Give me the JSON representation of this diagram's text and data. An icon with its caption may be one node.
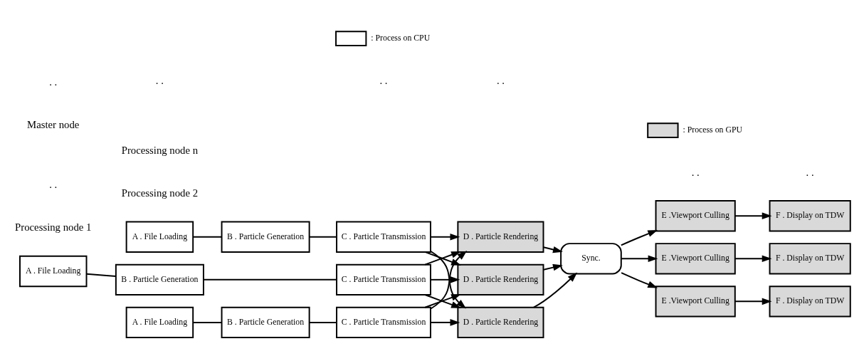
{
  "diagram": {
    "nodes": [
      {
        "text": [
          "A . File Loading"
        ]
      },
      {
        "text": [
          "B . Particle Generation"
        ]
      },
      {
        "text": [
          "C . Particle Transmission"
        ]
      },
      {
        "text": [
          "D . Particle Rendering"
        ]
      },
      {
        "text": [
          "E .Viewport Culling"
        ]
      },
      {
        "text": [
          "F . Display on TDW"
        ]
      },
      {
        "text": [
          "A . File Loading"
        ]
      },
      {
        "text": [
          "B . Particle Generation"
        ]
      },
      {
        "text": [
          "C . Particle Transmission"
        ]
      },
      {
        "text": [
          "D . Particle Rendering"
        ]
      },
      {
        "text": [
          "E .Viewport Culling"
        ]
      },
      {
        "text": [
          "F . Display on TDW"
        ]
      },
      {
        "text": [
          "A . File Loading"
        ]
      },
      {
        "text": [
          "B . Particle Generation"
        ]
      },
      {
        "text": [
          "C . Particle Transmission"
        ]
      },
      {
        "text": [
          "D . Particle Rendering"
        ]
      },
      {
        "text": [
          "E .Viewport Culling"
        ]
      },
      {
        "text": [
          "F . Display on TDW"
        ]
      },
      {
        "text": [
          "Sync."
        ]
      }
    ],
    "edges": [
      {
        "from": 0,
        "to": 1,
        "arrow": "none"
      },
      {
        "from": 1,
        "to": 2,
        "arrow": "none"
      },
      {
        "from": 6,
        "to": 7,
        "arrow": "none"
      },
      {
        "from": 7,
        "to": 8,
        "arrow": "none"
      },
      {
        "from": 12,
        "to": 13,
        "arrow": "none"
      },
      {
        "from": 13,
        "to": 14,
        "arrow": "none"
      },
      {
        "from": 2,
        "to": 3,
        "arrow": "to"
      },
      {
        "from": 2,
        "to": 9,
        "arrow": "to"
      },
      {
        "from": 2,
        "to": 15,
        "arrow": "to"
      },
      {
        "from": 8,
        "to": 3,
        "arrow": "to"
      },
      {
        "from": 8,
        "to": 9,
        "arrow": "to"
      },
      {
        "from": 8,
        "to": 15,
        "arrow": "to"
      },
      {
        "from": 14,
        "to": 3,
        "arrow": "to"
      },
      {
        "from": 14,
        "to": 9,
        "arrow": "to"
      },
      {
        "from": 14,
        "to": 15,
        "arrow": "to"
      },
      {
        "from": 3,
        "to": 18,
        "arrow": "to"
      },
      {
        "from": 9,
        "to": 18,
        "arrow": "to"
      },
      {
        "from": 15,
        "to": 18,
        "arrow": "to"
      },
      {
        "from": 18,
        "to": 4,
        "arrow": "to"
      },
      {
        "from": 18,
        "to": 10,
        "arrow": "to"
      },
      {
        "from": 18,
        "to": 16,
        "arrow": "to"
      },
      {
        "from": 4,
        "to": 5,
        "arrow": "to"
      },
      {
        "from": 10,
        "to": 11,
        "arrow": "to"
      },
      {
        "from": 16,
        "to": 17,
        "arrow": "to"
      }
    ],
    "labels": [
      "Processing node 1",
      "Processing node 2",
      ". .",
      ". .",
      ". .",
      ". .",
      ". .",
      ". .",
      ". .",
      "Processing node n",
      "Master node"
    ],
    "legend": [
      {
        "text": ": Process on CPU",
        "color": "#ffffff"
      },
      {
        "text": ": Process on GPU",
        "color": "#d9d9d9"
      }
    ]
  }
}
